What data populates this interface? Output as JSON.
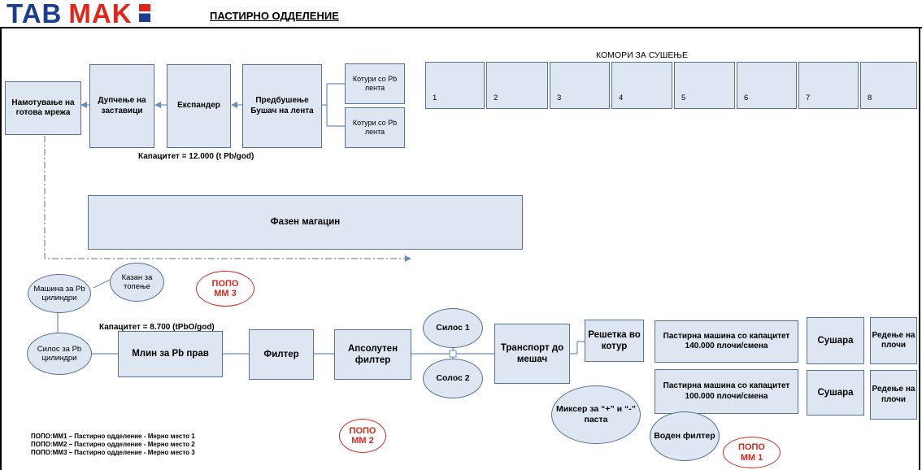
{
  "header": {
    "logo_tab": "TAB",
    "logo_mak": "MAK",
    "title": "ПАСТИРНО ОДДЕЛЕНИЕ"
  },
  "top_section": {
    "drying_label": "КОМОРИ ЗА СУШЕЊЕ",
    "drying_chambers": [
      "1",
      "2",
      "3",
      "4",
      "5",
      "6",
      "7",
      "8"
    ],
    "winding": "Намотување на готова мрежа",
    "punching": "Дупчење на заставици",
    "expander": "Експандер",
    "pre_drill": "Предбушење Бушач на лента",
    "coil_1": "Котури со Pb лента",
    "coil_2": "Котури со Pb лента",
    "capacity": "Капацитет = 12.000 (t Pb/god)",
    "warehouse": "Фазен магацин"
  },
  "bottom_section": {
    "pb_machine": "Машина за Pb цилиндри",
    "melting_kettle": "Казан за топење",
    "pb_silo": "Силос за Pb цилиндри",
    "capacity": "Капацитет = 8.700 (tPbO/god)",
    "mill": "Млин за Pb прав",
    "filter": "Филтер",
    "absolute_filter": "Апсолутен филтер",
    "silo_1": "Силос 1",
    "silo_2": "Солос 2",
    "transport": "Транспорт до мешач",
    "grid": "Решетка во котур",
    "paste_machine_1": "Пастирна машина со капацитет 140.000 плочи/смена",
    "paste_machine_2": "Пастирна машина со капацитет 100.000 плочи/смена",
    "dryer_1": "Сушара",
    "dryer_2": "Сушара",
    "stacking_1": "Редење на плочи",
    "stacking_2": "Редење на плочи",
    "mixer": "Миксер за “+” и “-” паста",
    "water_filter": "Воден филтер"
  },
  "measurement_points": {
    "mm3": {
      "line1": "ПОПО",
      "line2": "ММ 3"
    },
    "mm2": {
      "line1": "ПОПО",
      "line2": "ММ 2"
    },
    "mm1": {
      "line1": "ПОПО",
      "line2": "ММ 1"
    }
  },
  "legend": [
    "ПОПО:ММ1 – Пастирно одделение - Мерно место 1",
    "ПОПО:ММ2 – Пастирно одделение - Мерно место 2",
    "ПОПО:ММ3 – Пастирно одделение - Мерно место 3"
  ],
  "colors": {
    "box_fill": "#dde6f1",
    "box_border": "#58718f",
    "measurement_red": "#d6281c",
    "flow_line": "#6a8cb8",
    "logo_blue": "#1b3d8f",
    "logo_red": "#e0261b"
  }
}
